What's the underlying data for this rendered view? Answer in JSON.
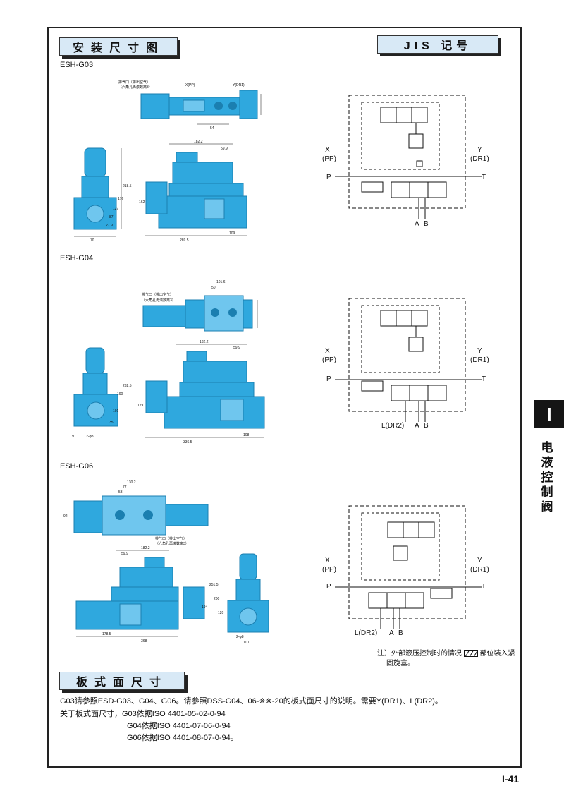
{
  "headers": {
    "install_dims": "安装尺寸图",
    "jis_symbol": "JIS 记号",
    "plate_dims": "板式面尺寸"
  },
  "models": {
    "g03": "ESH-G03",
    "g04": "ESH-G04",
    "g06": "ESH-G06"
  },
  "callouts": {
    "vent_a": "排气口（排出空气）",
    "vent_b": "（六角孔再滚数离3）",
    "x_pp": "X(PP)",
    "y_dr1": "Y(DR1)"
  },
  "g03_dims": {
    "d54": "54",
    "d182": "182.2",
    "d59": "59.9",
    "d289": "289.5",
    "d109": "109",
    "d70": "70",
    "d162": "162",
    "d218": "218.5",
    "d176": "176",
    "d127": "127",
    "d87": "87",
    "d27": "27.9"
  },
  "g04_dims": {
    "d101": "101.6",
    "d50": "50",
    "d182": "182.2",
    "d59": "59.9",
    "d336": "336.5",
    "d108": "108",
    "d91": "91",
    "d179": "179",
    "d232": "232.5",
    "d190": "190",
    "d101v": "101",
    "d35": "35",
    "d2": "2-φ8"
  },
  "g06_dims": {
    "d130": "130.2",
    "d77": "77",
    "d53": "53",
    "d182": "182.2",
    "d59": "59.9",
    "d178": "178.5",
    "d368": "368",
    "d92": "92",
    "d194": "194",
    "d251": "251.5",
    "d200": "200",
    "d120": "120",
    "d110": "110",
    "d2": "2-φ8"
  },
  "symbol_labels": {
    "x": "X",
    "pp": "(PP)",
    "y": "Y",
    "dr1": "(DR1)",
    "p": "P",
    "t": "T",
    "a": "A",
    "b": "B",
    "ldr2": "L(DR2)"
  },
  "note": {
    "line1": "注）外部液压控制时的情况",
    "line1b": "部位装入紧",
    "line2": "固旋塞。"
  },
  "plate_text": {
    "line1": "G03请参照ESD-G03、G04、G06。请参照DSS-G04、06-※※-20的板式面尺寸的说明。需要Y(DR1)、L(DR2)。",
    "line2": "关于板式面尺寸，G03依据ISO 4401-05-02-0-94",
    "line3": "G04依据ISO 4401-07-06-0-94",
    "line4": "G06依据ISO 4401-08-07-0-94。"
  },
  "side_tab": {
    "letter": "I",
    "c1": "电",
    "c2": "液",
    "c3": "控",
    "c4": "制",
    "c5": "阀"
  },
  "page_number": "I-41",
  "colors": {
    "valve_blue": "#2fa8de",
    "valve_dark": "#1b7fb0",
    "header_bg": "#d8e9f6"
  }
}
